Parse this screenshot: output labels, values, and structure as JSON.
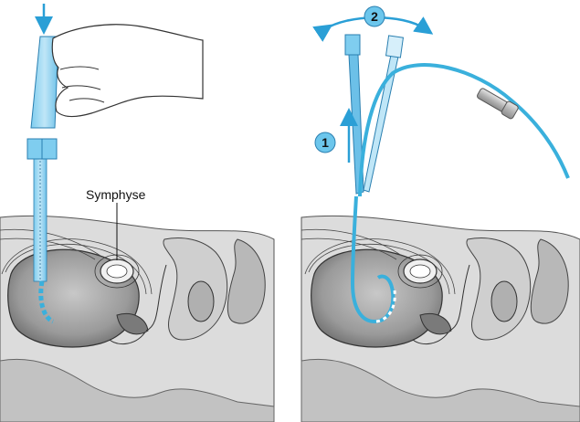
{
  "labels": {
    "symphyse": "Symphyse",
    "step_1": "1",
    "step_2": "2"
  },
  "colors": {
    "catheter_blue": "#3ab0dc",
    "catheter_light": "#a9daf0",
    "tissue_dark": "#8a8a8a",
    "tissue_mid": "#bdbdbd",
    "tissue_light": "#dcdcdc",
    "outline": "#2a2a2a",
    "arrow_blue": "#2a9fd6"
  }
}
